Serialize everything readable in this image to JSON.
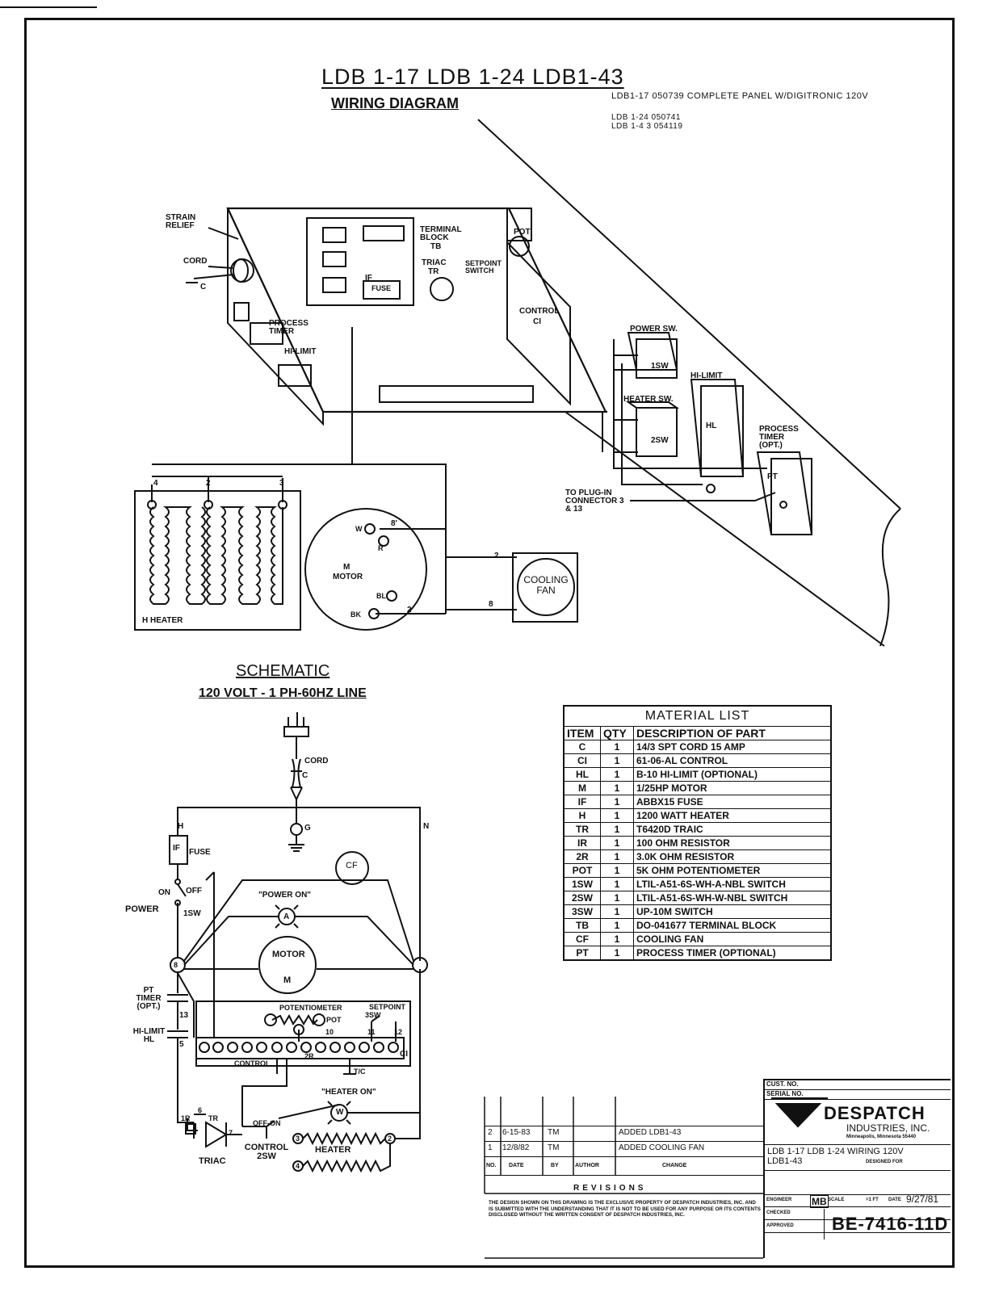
{
  "header": {
    "title": "LDB 1-17   LDB 1-24   LDB1-43",
    "subtitle": "WIRING DIAGRAM",
    "part_lines": [
      "LDB1-17  050739 COMPLETE PANEL W/DIGITRONIC  120V",
      "LDB 1-24  050741",
      "LDB 1-4 3  054119"
    ]
  },
  "wiring_labels": {
    "strain_relief": "STRAIN RELIEF",
    "cord": "CORD",
    "cord_c": "C",
    "terminal_block": "TERMINAL BLOCK",
    "tb": "TB",
    "triac": "TRIAC",
    "tr": "TR",
    "setpoint_switch": "SETPOINT SWITCH",
    "pot": "POT",
    "fuse": "FUSE",
    "if": "IF",
    "process_timer": "PROCESS TIMER",
    "hi_limit": "HI-LIMIT",
    "control": "CONTROL",
    "ci": "CI",
    "power_sw": "POWER SW.",
    "sw1": "1SW",
    "heater_sw": "HEATER SW.",
    "sw2": "2SW",
    "hi_limit_right": "HI-LIMIT",
    "hl": "HL",
    "process_timer_opt": "PROCESS TIMER (OPT.)",
    "pt": "PT",
    "plugin": "TO PLUG-IN CONNECTOR 3 & 13",
    "heater": "H  HEATER",
    "motor_m": "M",
    "motor": "MOTOR",
    "cooling_fan": "COOLING FAN",
    "w": "W",
    "r": "R",
    "bl": "BL",
    "bk": "BK",
    "n4": "4",
    "n2": "2",
    "n3": "3",
    "n8": "8",
    "n8p": "8'",
    "n2b": "2",
    "n8b": "8",
    "n2c": "2"
  },
  "schematic": {
    "title": "SCHEMATIC",
    "subtitle": "120 VOLT - 1 PH-60HZ LINE",
    "cord": "CORD",
    "c": "C",
    "h": "H",
    "n": "N",
    "g": "G",
    "if": "IF",
    "fuse": "FUSE",
    "on": "ON",
    "off": "OFF",
    "power": "POWER",
    "sw1": "1SW",
    "cf": "CF",
    "power_on": "\"POWER ON\"",
    "a": "A",
    "motor": "MOTOR",
    "m": "M",
    "pt_timer": "PT TIMER (OPT.)",
    "hi_limit": "HI-LIMIT HL",
    "n13": "13",
    "n5": "5",
    "potentiometer": "POTENTIOMETER",
    "pot": "POT",
    "setpoint": "SETPOINT",
    "sw3": "3SW",
    "control": "CONTROL",
    "ci": "CI",
    "tc": "T/C",
    "r1": "1R",
    "r2": "2R",
    "tr": "TR",
    "triac": "TRIAC",
    "heater_on": "\"HEATER ON\"",
    "w": "W",
    "off_on": "OFF-ON",
    "control_2sw": "CONTROL 2SW",
    "heater": "HEATER",
    "n3": "3",
    "n4": "4",
    "n2": "2",
    "n7": "7",
    "n6": "6",
    "n8": "8",
    "n10": "10",
    "n11": "11",
    "n12": "12"
  },
  "material_list": {
    "title": "MATERIAL LIST",
    "headers": [
      "ITEM",
      "QTY",
      "DESCRIPTION  OF  PART"
    ],
    "rows": [
      [
        "C",
        "1",
        "14/3 SPT CORD    15 AMP"
      ],
      [
        "CI",
        "1",
        "61-06-AL CONTROL"
      ],
      [
        "HL",
        "1",
        "B-10 HI-LIMIT (OPTIONAL)"
      ],
      [
        "M",
        "1",
        "1/25HP MOTOR"
      ],
      [
        "IF",
        "1",
        "ABBX15  FUSE"
      ],
      [
        "H",
        "1",
        "1200 WATT HEATER"
      ],
      [
        "TR",
        "1",
        "T6420D TRAIC"
      ],
      [
        "IR",
        "1",
        "100 OHM RESISTOR"
      ],
      [
        "2R",
        "1",
        "3.0K OHM RESISTOR"
      ],
      [
        "POT",
        "1",
        "5K OHM POTENTIOMETER"
      ],
      [
        "1SW",
        "1",
        "LTIL-A51-6S-WH-A-NBL SWITCH"
      ],
      [
        "2SW",
        "1",
        "LTIL-A51-6S-WH-W-NBL SWITCH"
      ],
      [
        "3SW",
        "1",
        "UP-10M SWITCH"
      ],
      [
        "TB",
        "1",
        "DO-041677 TERMINAL BLOCK"
      ],
      [
        "CF",
        "1",
        "COOLING FAN"
      ],
      [
        "PT",
        "1",
        "PROCESS TIMER (OPTIONAL)"
      ]
    ]
  },
  "revisions": {
    "rows": [
      [
        "2",
        "6-15-83",
        "TM",
        "",
        "ADDED LDB1-43"
      ],
      [
        "1",
        "12/8/82",
        "TM",
        "",
        "ADDED COOLING FAN"
      ]
    ],
    "headers": [
      "NO.",
      "DATE",
      "BY",
      "AUTHOR",
      "CHANGE"
    ],
    "label": "REVISIONS",
    "notice": "THE DESIGN SHOWN ON THIS DRAWING IS THE EXCLUSIVE PROPERTY OF DESPATCH INDUSTRIES, INC. AND IS SUBMITTED WITH THE UNDERSTANDING THAT IT IS NOT TO BE USED FOR ANY PURPOSE OR ITS CONTENTS DISCLOSED WITHOUT THE WRITTEN CONSENT OF DESPATCH INDUSTRIES, INC."
  },
  "title_block": {
    "cust_no": "CUST. NO.",
    "serial_no": "SERIAL NO.",
    "company": "DESPATCH",
    "company2": "INDUSTRIES, INC.",
    "company3": "Minneapolis, Minnesota 55440",
    "drawing_title": "LDB 1-17  LDB 1-24 WIRING  120V",
    "drawing_title2": "LDB1-43",
    "designed_for": "DESIGNED FOR",
    "engineer_label": "ENGINEER",
    "engineer": "MB",
    "scale_label": "SCALE",
    "scale": "=1 FT",
    "date_label": "DATE",
    "date": "9/27/81",
    "checked": "CHECKED",
    "approved": "APPROVED",
    "drawing_no": "BE-7416-11D"
  }
}
